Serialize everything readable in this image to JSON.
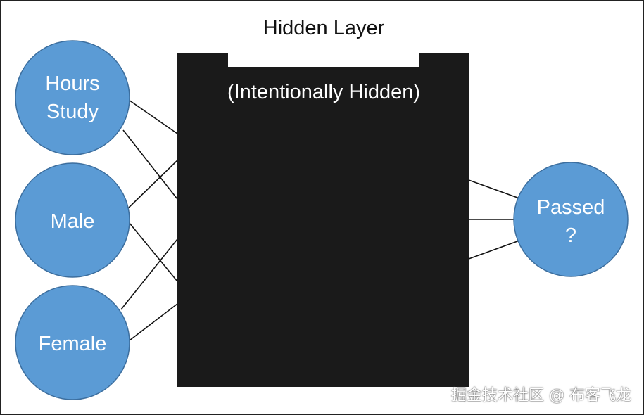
{
  "hidden_layer": {
    "title": "Hidden Layer",
    "subtitle": "(Intentionally Hidden)",
    "fill": "#1a1a1a"
  },
  "inputs": [
    {
      "line1": "Hours",
      "line2": "Study"
    },
    {
      "line1": "Male",
      "line2": ""
    },
    {
      "line1": "Female",
      "line2": ""
    }
  ],
  "output": {
    "line1": "Passed",
    "line2": "?"
  },
  "colors": {
    "node_fill": "#5b9bd5",
    "node_stroke": "#3c6e9e",
    "edge": "#111111"
  },
  "watermark": "掘金技术社区 @ 布客飞龙"
}
